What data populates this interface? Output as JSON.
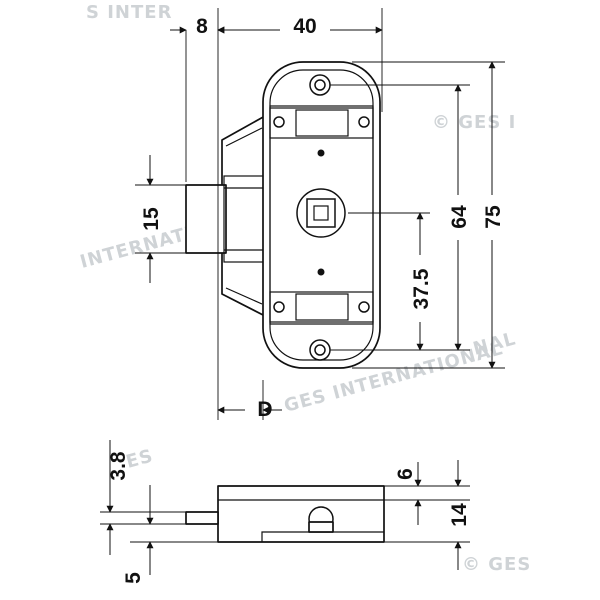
{
  "dimensions": {
    "backset_left": "8",
    "width": "40",
    "bolt_width": "15",
    "hole_spacing": "64",
    "height": "75",
    "center_offset": "37.5",
    "depth": "D",
    "bolt_offset": "3.8",
    "bottom_offset": "5",
    "side_top": "6",
    "side_thickness": "14"
  },
  "watermarks": {
    "top": "S INTER",
    "top_right": "© GES I",
    "middle": "INTERNATIONAL",
    "middle_right": "NAL",
    "lower": "GES INTERNATIONAL",
    "bottom_left": "ES",
    "bottom_right": "© GES"
  },
  "colors": {
    "line": "#111111",
    "watermark": "#cfd3d6"
  }
}
